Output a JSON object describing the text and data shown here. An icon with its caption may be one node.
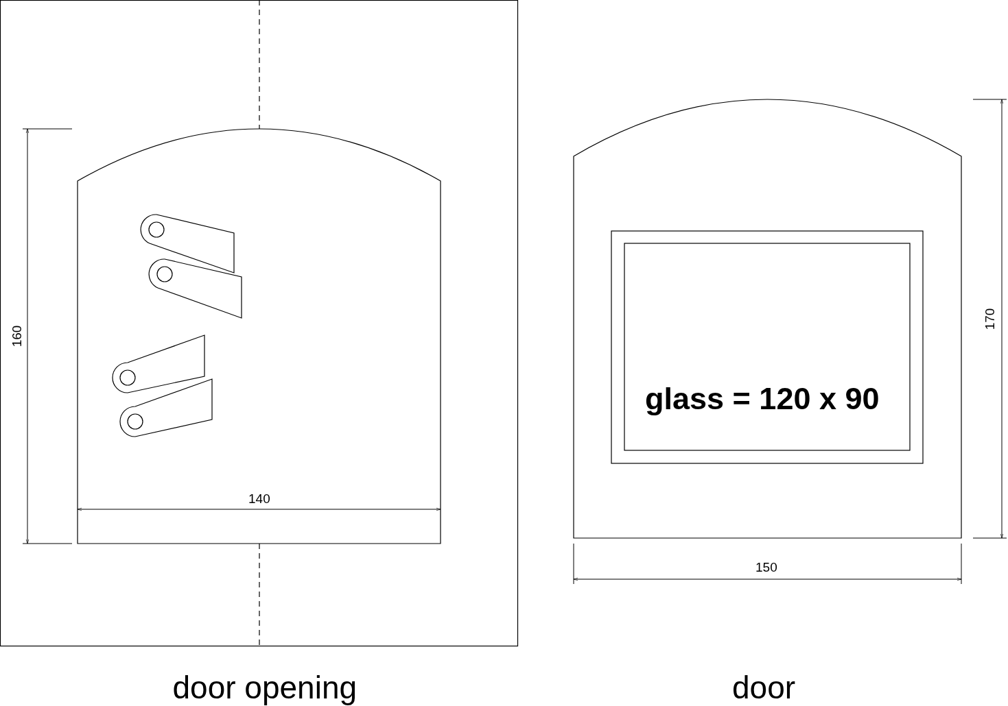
{
  "diagram": {
    "labels": [
      "160",
      "140",
      "glass = 120 x 90",
      "170",
      "150",
      "door opening",
      "door"
    ]
  }
}
